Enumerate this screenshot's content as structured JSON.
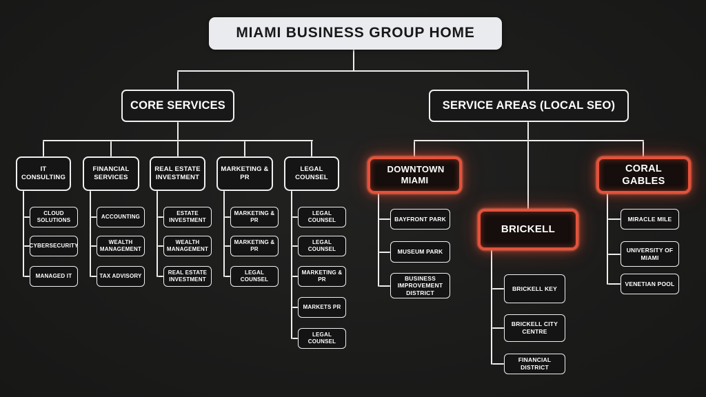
{
  "title": "MIAMI BUSINESS GROUP HOME",
  "colors": {
    "background": "#1d1d1c",
    "box_border": "#f1f1f1",
    "box_fill": "#151515",
    "title_fill": "#e9ebee",
    "title_text": "#181818",
    "text": "#ffffff",
    "highlight_red": "#e4523b"
  },
  "branches": {
    "core": {
      "label": "CORE SERVICES",
      "columns": [
        {
          "label": "IT CONSULTING",
          "children": [
            "CLOUD SOLUTIONS",
            "CYBERSECURITY",
            "MANAGED IT"
          ]
        },
        {
          "label": "FINANCIAL SERVICES",
          "children": [
            "ACCOUNTING",
            "WEALTH MANAGEMENT",
            "TAX ADVISORY"
          ]
        },
        {
          "label": "REAL ESTATE INVESTMENT",
          "children": [
            "ESTATE INVESTMENT",
            "WEALTH MANAGEMENT",
            "REAL ESTATE INVESTMENT"
          ]
        },
        {
          "label": "MARKETING & PR",
          "children": [
            "MARKETING & PR",
            "MARKETING & PR",
            "LEGAL COUNSEL"
          ]
        },
        {
          "label": "LEGAL COUNSEL",
          "children": [
            "LEGAL COUNSEL",
            "LEGAL COUNSEL",
            "MARKETING & PR",
            "MARKETS PR",
            "LEGAL COUNSEL"
          ]
        }
      ]
    },
    "service_areas": {
      "label": "SERVICE AREAS (LOCAL SEO)",
      "areas": [
        {
          "label": "DOWNTOWN MIAMI",
          "highlighted": true,
          "children": [
            "BAYFRONT PARK",
            "MUSEUM PARK",
            "BUSINESS IMPROVEMENT DISTRICT"
          ]
        },
        {
          "label": "BRICKELL",
          "highlighted": true,
          "children": [
            "BRICKELL KEY",
            "BRICKELL CITY CENTRE",
            "FINANCIAL DISTRICT"
          ]
        },
        {
          "label": "CORAL GABLES",
          "highlighted": true,
          "children": [
            "MIRACLE MILE",
            "UNIVERSITY OF MIAMI",
            "VENETIAN POOL"
          ]
        }
      ]
    }
  }
}
